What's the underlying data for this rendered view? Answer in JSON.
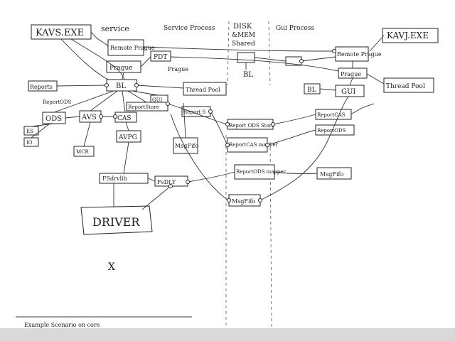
{
  "header": {
    "left_exe": "KAVS.EXE",
    "service": "service",
    "service_process": "Service Process",
    "disk": "DISK",
    "mem": "&MEM",
    "shared": "Shared",
    "gui_process": "Gui Process",
    "right_exe": "KAVJ.EXE"
  },
  "nodes": {
    "remote_prague_left": "Remote Prague",
    "pdt": "PDT",
    "prague_left": "Prague",
    "prague_label": "Prague",
    "bl_left": "BL",
    "reports": "Reports",
    "thread_pool_left": "Thread Pool",
    "reportods": "ReportODS",
    "gui_small": "GUI",
    "report_store": "ReportStore",
    "report_s": "Report S",
    "ods": "ODS",
    "avs": "AVS",
    "cas": "CAS",
    "avpg": "AVPG",
    "es": "ES",
    "io": "IO",
    "mcr": "MCR",
    "mgffifo_left": "MsgFifo",
    "fs_driver": "FSdrvlib",
    "fs_dly": "FsDLY",
    "driver": "DRIVER",
    "bl_mid": "BL",
    "remote_prague_right": "Remote Prague",
    "prague_right": "Prague",
    "bl_right": "BL",
    "gui_right": "GUI",
    "thread_pool_right": "Thread Pool",
    "report_ods_mid": "Report ODS Store",
    "report_cas_mid": "ReportCAS mapper",
    "report_ods_low": "ReportODS mapper",
    "report_cas_right": "ReportCAS",
    "report_ods_right": "ReportODS",
    "mgffifo_mid": "MsgFifo",
    "msg_fifo_right": "MsgFifo",
    "x_mark": "X"
  },
  "footer": {
    "note": "Example Scenario on core"
  }
}
